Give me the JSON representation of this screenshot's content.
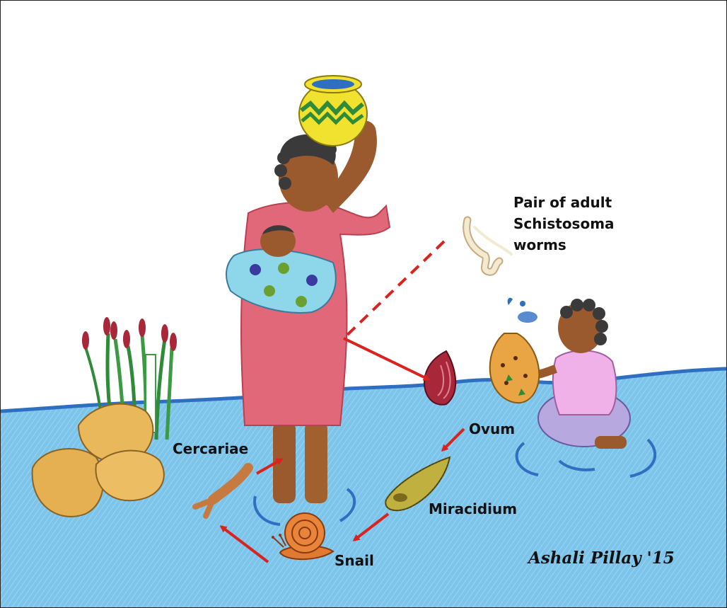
{
  "labels": {
    "adult_worms": [
      "Pair of adult",
      "Schistosoma",
      "worms"
    ],
    "ovum": "Ovum",
    "miracidium": "Miracidium",
    "snail": "Snail",
    "cercariae": "Cercariae"
  },
  "signature": "Ashali Pillay '15",
  "colors": {
    "water": "#7cc4ea",
    "water_edge": "#2f6fc2",
    "arrow": "#d8231f",
    "dress": "#e06878",
    "skin": "#9a5a2e",
    "rocks": "#e8b85a"
  },
  "cycle": [
    "adult worms",
    "ovum",
    "miracidium",
    "snail",
    "cercariae"
  ]
}
